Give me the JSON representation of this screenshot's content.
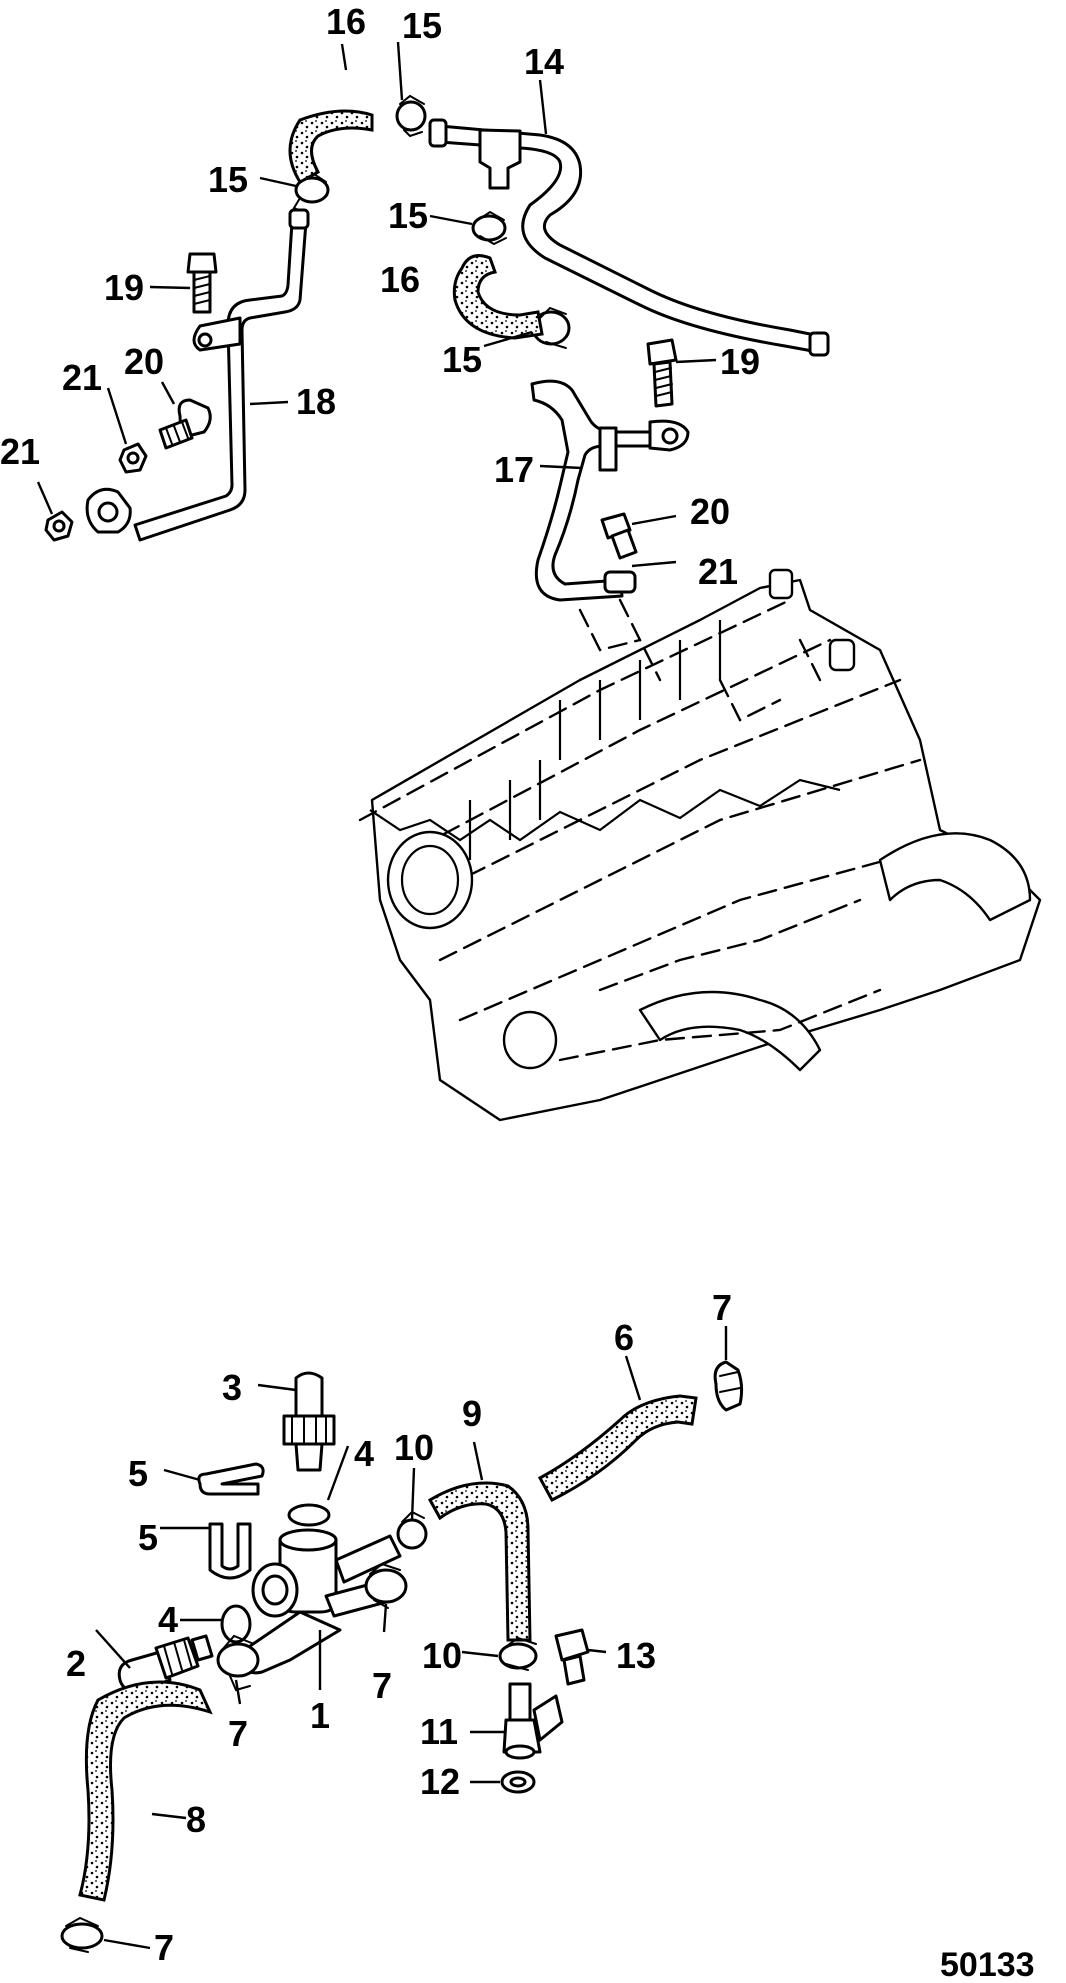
{
  "figure_id": "50133",
  "callouts": {
    "c1": "1",
    "c2": "2",
    "c3": "3",
    "c4a": "4",
    "c4b": "4",
    "c5a": "5",
    "c5b": "5",
    "c6": "6",
    "c7a": "7",
    "c7b": "7",
    "c7c": "7",
    "c7d": "7",
    "c8": "8",
    "c9": "9",
    "c10a": "10",
    "c10b": "10",
    "c11": "11",
    "c12": "12",
    "c13": "13",
    "c14": "14",
    "c15a": "15",
    "c15b": "15",
    "c15c": "15",
    "c15d": "15",
    "c16a": "16",
    "c16b": "16",
    "c17": "17",
    "c18": "18",
    "c19a": "19",
    "c19b": "19",
    "c20a": "20",
    "c20b": "20",
    "c21a": "21",
    "c21b": "21",
    "c21c": "21"
  }
}
